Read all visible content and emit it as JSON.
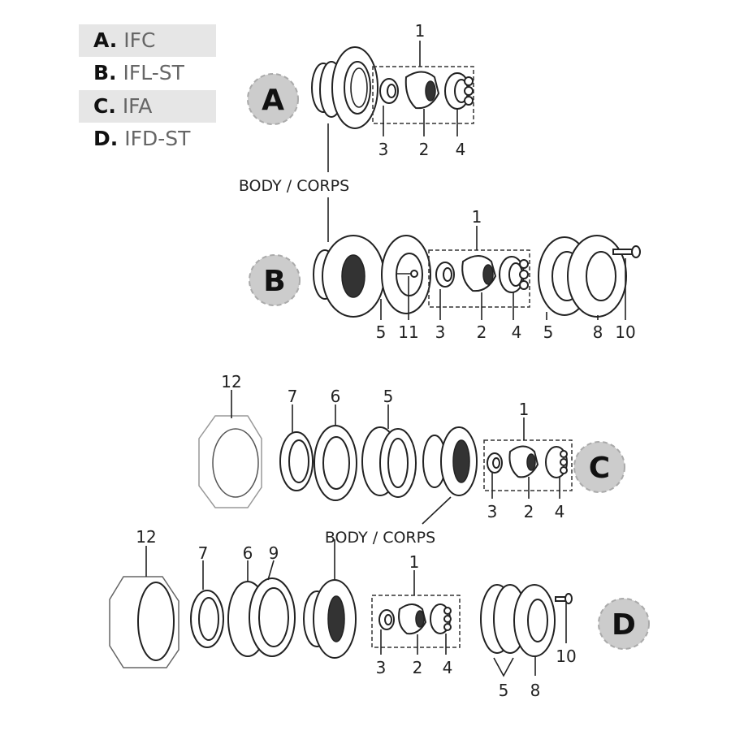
{
  "legend": [
    {
      "letter": "A.",
      "model": "IFC"
    },
    {
      "letter": "B.",
      "model": "IFL-ST"
    },
    {
      "letter": "C.",
      "model": "IFA"
    },
    {
      "letter": "D.",
      "model": "IFD-ST"
    }
  ],
  "badges": {
    "a": "A",
    "b": "B",
    "c": "C",
    "d": "D"
  },
  "body_label": "BODY / CORPS",
  "assembly_a": {
    "labels": [
      "1",
      "3",
      "2",
      "4"
    ]
  },
  "assembly_b": {
    "labels": [
      "1",
      "5",
      "11",
      "3",
      "2",
      "4",
      "5",
      "8",
      "10"
    ]
  },
  "assembly_c": {
    "labels": [
      "12",
      "7",
      "6",
      "5",
      "1",
      "3",
      "2",
      "4"
    ]
  },
  "assembly_d": {
    "labels": [
      "12",
      "7",
      "6",
      "9",
      "1",
      "3",
      "2",
      "4",
      "5",
      "8",
      "10"
    ]
  },
  "colors": {
    "badge_fill": "#cccccc",
    "legend_shade": "#e6e6e6",
    "model_text": "#666666"
  }
}
